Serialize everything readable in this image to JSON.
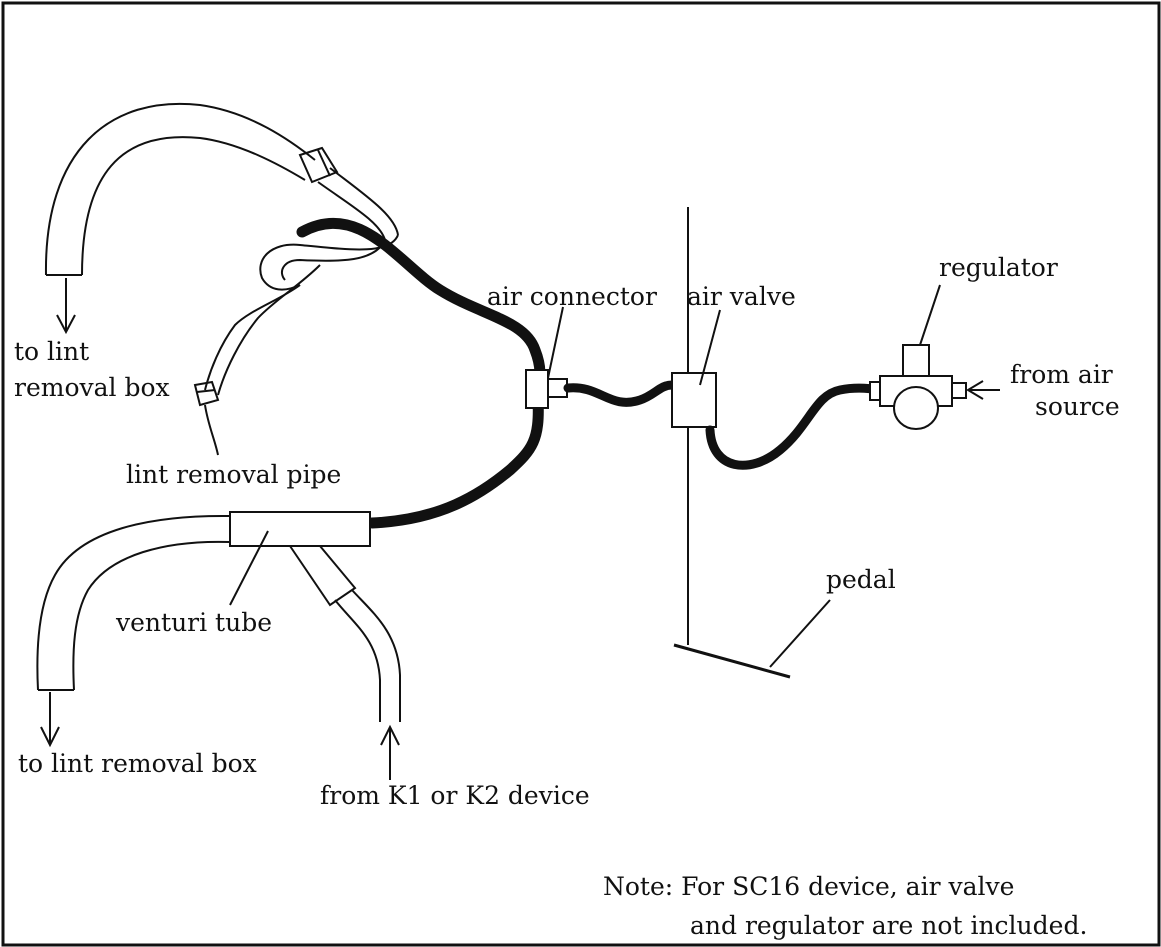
{
  "labels": {
    "to_box_1_line1": "to lint",
    "to_box_1_line2": "removal box",
    "lint_removal_pipe": "lint removal pipe",
    "air_connector": "air connector",
    "air_valve": "air valve",
    "regulator": "regulator",
    "from_air_line1": "from air",
    "from_air_line2": "source",
    "venturi_tube": "venturi tube",
    "pedal": "pedal",
    "to_box_2": "to lint removal box",
    "from_device": "from K1 or K2 device",
    "note_line1": "Note: For SC16 device, air valve",
    "note_line2": "and regulator are not included."
  },
  "colors": {
    "line": "#111111",
    "hose": "#111111",
    "background": "#ffffff"
  }
}
